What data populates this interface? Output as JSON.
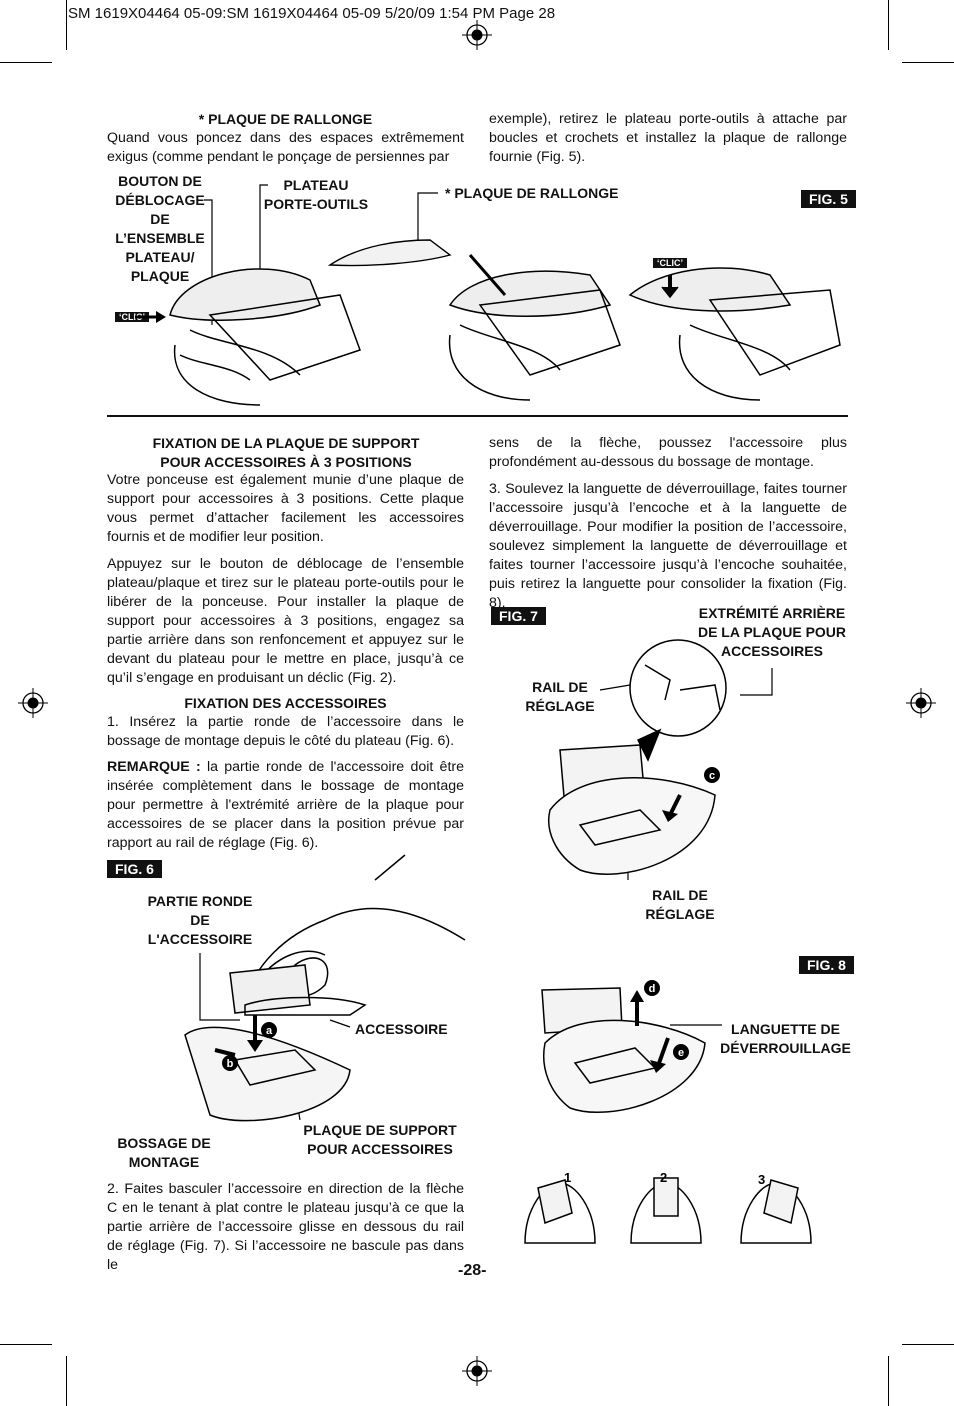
{
  "header": {
    "text": "SM 1619X04464 05-09:SM 1619X04464 05-09  5/20/09  1:54 PM  Page 28"
  },
  "top": {
    "heading": "* PLAQUE DE RALLONGE",
    "left_para": "Quand vous poncez dans des espaces extrêmement exigus (comme pendant le ponçage de persiennes par",
    "right_para": "exemple), retirez le plateau porte-outils à attache par boucles et crochets et installez la plaque de rallonge fournie (Fig. 5)."
  },
  "fig5": {
    "badge": "FIG. 5",
    "label_bouton": [
      "BOUTON DE",
      "DÉBLOCAGE",
      "DE L’ENSEMBLE",
      "PLATEAU/",
      "PLAQUE"
    ],
    "label_plateau": [
      "PLATEAU",
      "PORTE-OUTILS"
    ],
    "label_rallonge": "* PLAQUE DE RALLONGE",
    "clic": "‘CLIC’"
  },
  "left": {
    "heading1": "FIXATION DE LA PLAQUE DE SUPPORT POUR ACCESSOIRES À 3 POSITIONS",
    "para1": "Votre ponceuse est également munie d’une plaque de support pour accessoires à 3 positions. Cette plaque vous permet d’attacher facilement les accessoires fournis et de modifier leur position.",
    "para2": "Appuyez sur le bouton de déblocage de l’ensemble plateau/plaque et tirez sur le plateau porte-outils pour le libérer de la ponceuse. Pour installer la plaque de support pour accessoires à 3 positions, engagez sa partie arrière dans son renfoncement et appuyez sur le devant du plateau pour le mettre en place, jusqu’à ce qu’il s’engage en produisant un déclic (Fig. 2).",
    "heading2": "FIXATION DES ACCESSOIRES",
    "para3": "1. Insérez la partie ronde de l’accessoire dans le bossage de montage depuis le côté du plateau (Fig. 6).",
    "note_label": "REMARQUE :",
    "note_text": " la partie ronde de l'accessoire doit être insérée complètement dans le bossage de montage pour permettre à l'extrémité arrière de la plaque pour accessoires de se placer dans la position prévue par rapport au rail de réglage (Fig. 6).",
    "para4": "2. Faites basculer l’accessoire en direction de la flèche C en le tenant à plat contre le plateau jusqu’à ce que la partie arrière de l’accessoire glisse en dessous du rail de réglage (Fig. 7). Si l’accessoire ne bascule pas dans le"
  },
  "fig6": {
    "badge": "FIG. 6",
    "label_partie": [
      "PARTIE RONDE",
      "DE",
      "L'ACCESSOIRE"
    ],
    "label_accessoire": "ACCESSOIRE",
    "label_bossage": [
      "BOSSAGE DE",
      "MONTAGE"
    ],
    "label_plaque": [
      "PLAQUE DE SUPPORT",
      "POUR ACCESSOIRES"
    ],
    "letter_a": "a",
    "letter_b": "b"
  },
  "right": {
    "para1": "sens de la flèche, poussez l'accessoire plus profondément au-dessous du bossage de montage.",
    "para2": "3. Soulevez la languette de déverrouillage, faites tourner l’accessoire jusqu’à l’encoche et à la languette de déverrouillage. Pour modifier la position de l’accessoire, soulevez simplement la languette de déverrouillage et faites tourner l’accessoire jusqu’à l’encoche souhaitée, puis retirez la languette pour consolider la fixation (Fig. 8)."
  },
  "fig7": {
    "badge": "FIG. 7",
    "label_extremite": [
      "EXTRÉMITÉ ARRIÈRE",
      "DE LA PLAQUE POUR",
      "ACCESSOIRES"
    ],
    "label_rail1": [
      "RAIL DE",
      "RÉGLAGE"
    ],
    "label_rail2": [
      "RAIL DE",
      "RÉGLAGE"
    ],
    "letter_c": "c"
  },
  "fig8": {
    "badge": "FIG. 8",
    "label_languette": [
      "LANGUETTE DE",
      "DÉVERROUILLAGE"
    ],
    "letter_d": "d",
    "letter_e": "e",
    "positions": [
      "1",
      "2",
      "3"
    ]
  },
  "page_number": "-28-"
}
